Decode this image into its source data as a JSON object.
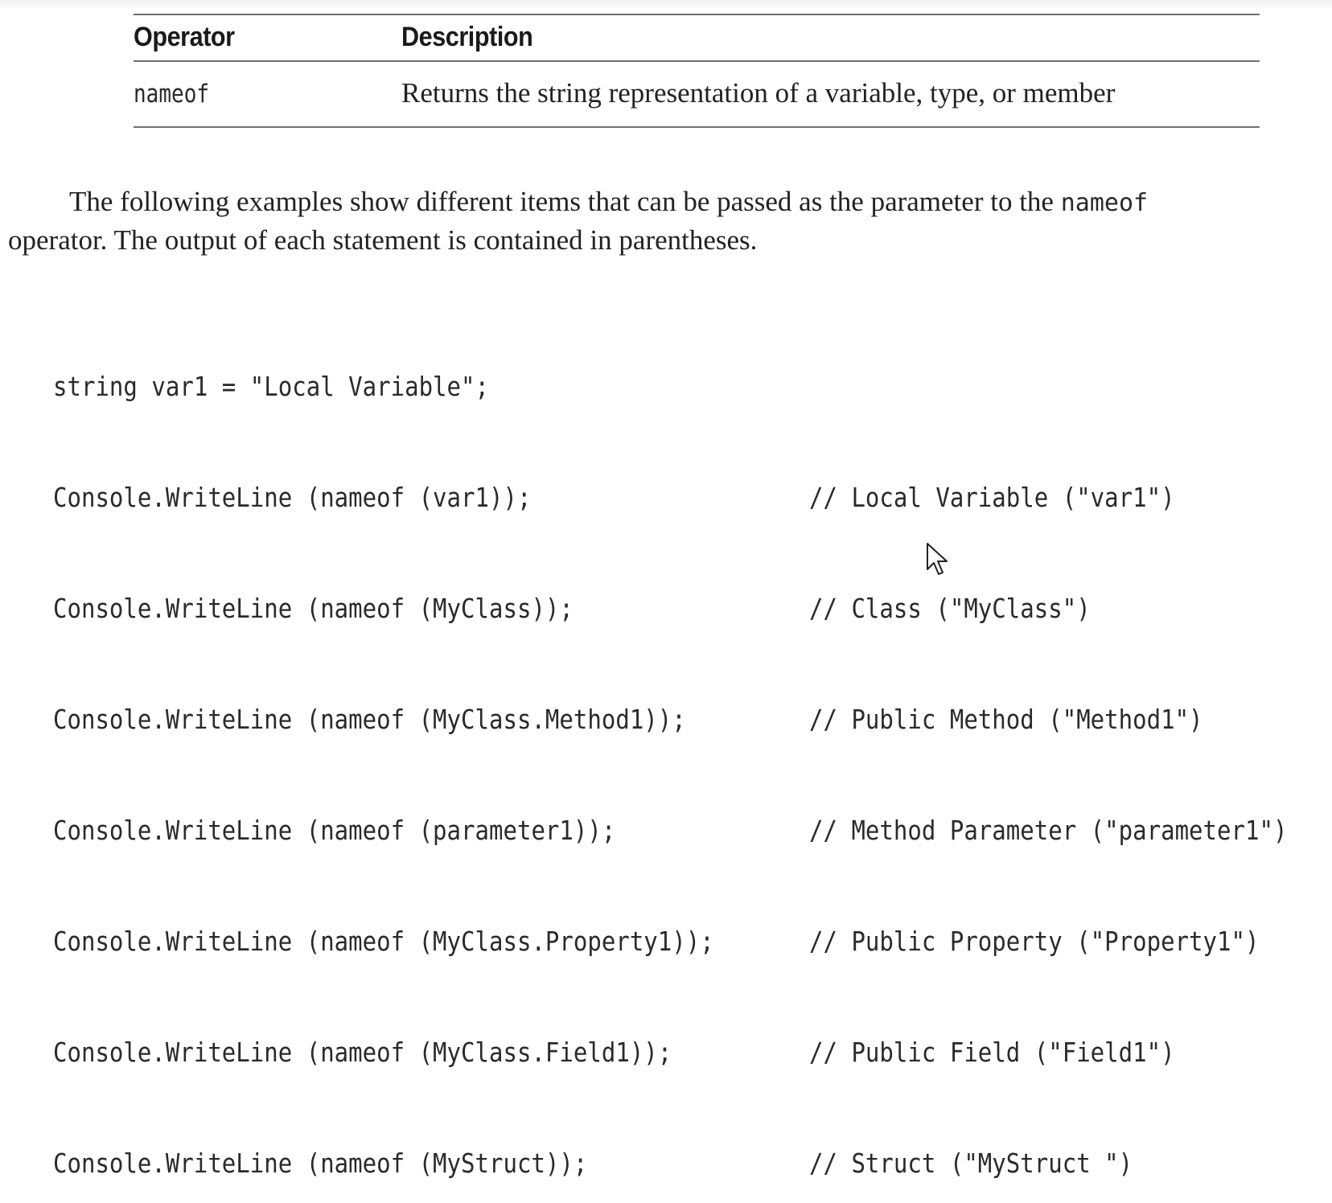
{
  "operator_table": {
    "header_operator": "Operator",
    "header_description": "Description",
    "row_operator": "nameof",
    "row_description": "Returns the string representation of a variable, type, or member"
  },
  "paragraph": {
    "line1_text": "The following examples show different items that can be passed as the parameter to the",
    "line1_code": "nameof",
    "line2_text": "operator. The output of each statement is contained in parentheses."
  },
  "code_lines": [
    {
      "stmt": "string var1 = \"Local Variable\";",
      "comment": ""
    },
    {
      "stmt": "Console.WriteLine (nameof (var1));",
      "comment": "// Local Variable (\"var1\")"
    },
    {
      "stmt": "Console.WriteLine (nameof (MyClass));",
      "comment": "// Class (\"MyClass\")"
    },
    {
      "stmt": "Console.WriteLine (nameof (MyClass.Method1));",
      "comment": "// Public Method (\"Method1\")"
    },
    {
      "stmt": "Console.WriteLine (nameof (parameter1));",
      "comment": "// Method Parameter (\"parameter1\")"
    },
    {
      "stmt": "Console.WriteLine (nameof (MyClass.Property1));",
      "comment": "// Public Property (\"Property1\")"
    },
    {
      "stmt": "Console.WriteLine (nameof (MyClass.Field1));",
      "comment": "// Public Field (\"Field1\")"
    },
    {
      "stmt": "Console.WriteLine (nameof (MyStruct));",
      "comment": "// Struct (\"MyStruct \")"
    }
  ],
  "icons": {
    "cursor": "mouse-pointer-icon"
  }
}
